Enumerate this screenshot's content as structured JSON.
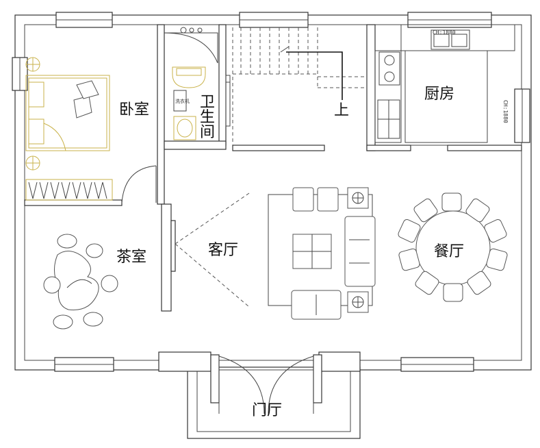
{
  "rooms": {
    "bedroom": "卧室",
    "bathroom": "卫生间",
    "kitchen": "厨房",
    "tea_room": "茶室",
    "living_room": "客厅",
    "dining_room": "餐厅",
    "entrance_hall": "门厅"
  },
  "stairs_label": "上",
  "cabinet_height_top": "CH:1880",
  "cabinet_height_side": "CH:1880",
  "washer_label": "洗衣机"
}
